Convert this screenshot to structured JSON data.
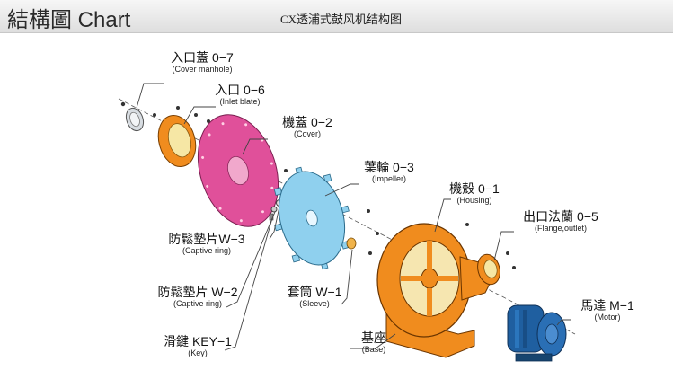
{
  "header": {
    "title": "結構圖 Chart",
    "subtitle": "CX透浦式鼓风机结构图"
  },
  "parts": {
    "cover_manhole": {
      "name": "入口蓋 0−7",
      "english": "(Cover manhole)"
    },
    "inlet_plate": {
      "name": "入口 0−6",
      "english": "(Inlet blate)"
    },
    "cover": {
      "name": "機蓋 0−2",
      "english": "(Cover)"
    },
    "impeller": {
      "name": "葉輪 0−3",
      "english": "(Impeller)"
    },
    "housing": {
      "name": "機殼 0−1",
      "english": "(Housing)"
    },
    "flange_outlet": {
      "name": "出口法蘭 0−5",
      "english": "(Flange,outlet)"
    },
    "captive_ring_3": {
      "name": "防鬆墊片W−3",
      "english": "(Captive ring)"
    },
    "captive_ring_2": {
      "name": "防鬆墊片 W−2",
      "english": "(Captive ring)"
    },
    "sleeve": {
      "name": "套筒 W−1",
      "english": "(Sleeve)"
    },
    "motor": {
      "name": "馬達 M−1",
      "english": "(Motor)"
    },
    "key": {
      "name": "滑鍵 KEY−1",
      "english": "(Key)"
    },
    "base": {
      "name": "基座",
      "english": "(Base)"
    }
  },
  "colors": {
    "orange": "#f08c1e",
    "pink": "#e0509a",
    "light_blue": "#8fd0ee",
    "motor_blue": "#1f5fa0",
    "leader_line": "#444444"
  }
}
